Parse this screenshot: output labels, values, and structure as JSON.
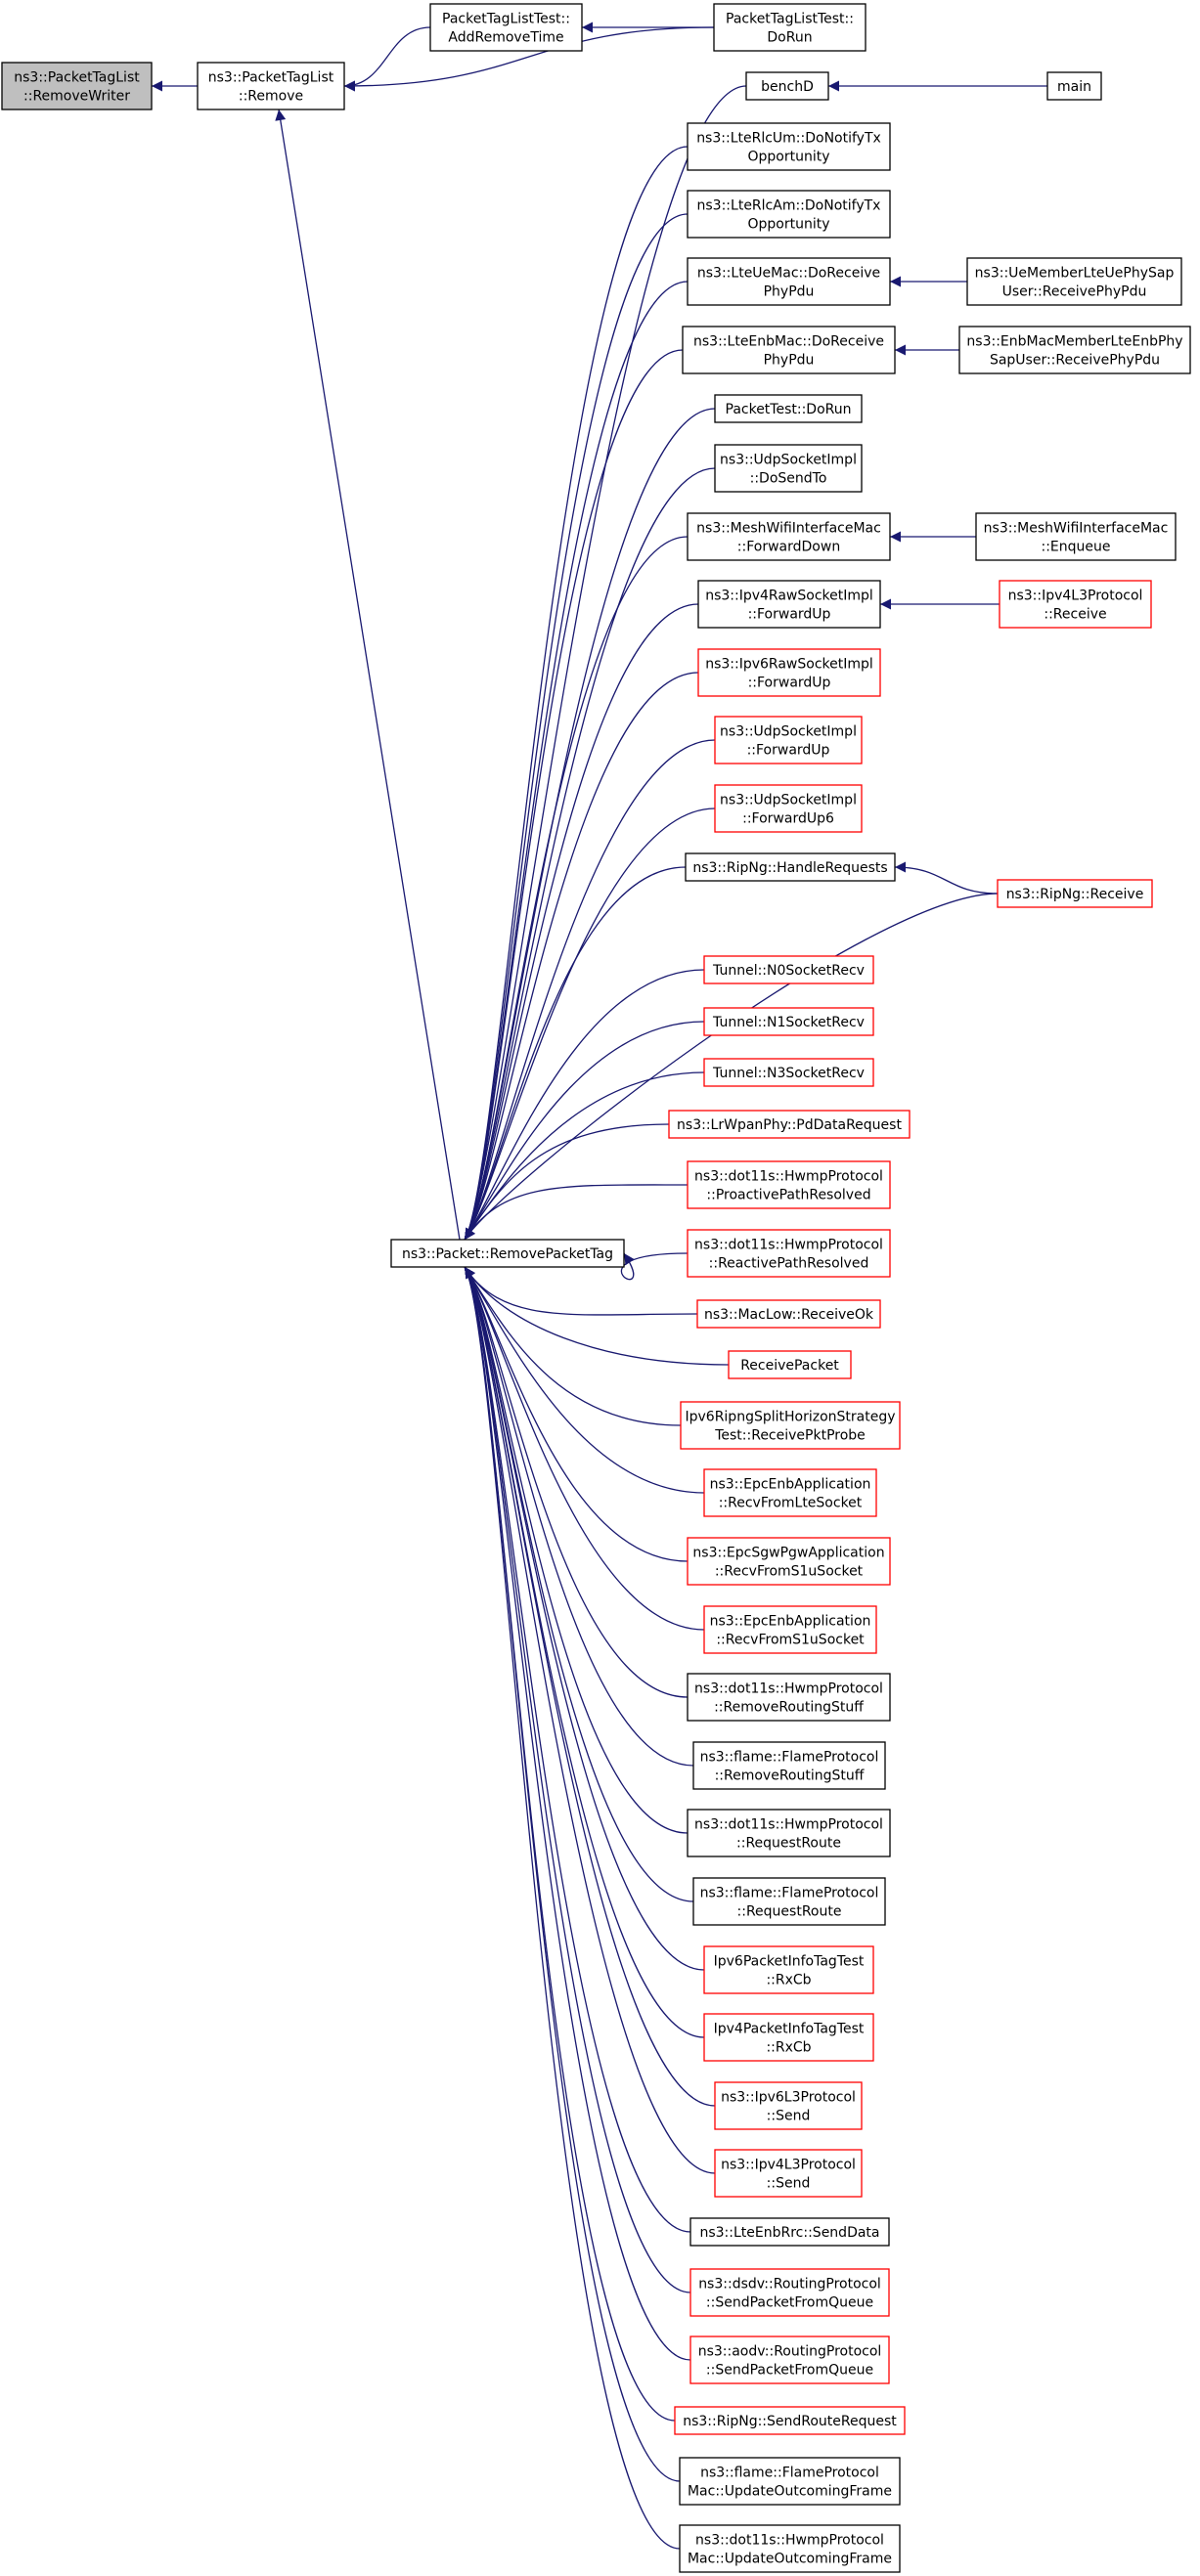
{
  "colors": {
    "edge": "#191970",
    "box_black": "#000000",
    "box_red": "#ff0000",
    "root_fill": "#bfbfbf",
    "fill": "#ffffff"
  },
  "nodes": [
    {
      "id": "remove_writer",
      "lines": [
        "ns3::PacketTagList",
        "::RemoveWriter"
      ],
      "style": "root"
    },
    {
      "id": "ptl_remove",
      "lines": [
        "ns3::PacketTagList",
        "::Remove"
      ],
      "style": "black"
    },
    {
      "id": "addremovetime",
      "lines": [
        "PacketTagListTest::",
        "AddRemoveTime"
      ],
      "style": "black"
    },
    {
      "id": "ptltest_dorun",
      "lines": [
        "PacketTagListTest::",
        "DoRun"
      ],
      "style": "black"
    },
    {
      "id": "benchd",
      "lines": [
        "benchD"
      ],
      "style": "black"
    },
    {
      "id": "main",
      "lines": [
        "main"
      ],
      "style": "black"
    },
    {
      "id": "rlcum",
      "lines": [
        "ns3::LteRlcUm::DoNotifyTx",
        "Opportunity"
      ],
      "style": "black"
    },
    {
      "id": "rlcam",
      "lines": [
        "ns3::LteRlcAm::DoNotifyTx",
        "Opportunity"
      ],
      "style": "black"
    },
    {
      "id": "uemac",
      "lines": [
        "ns3::LteUeMac::DoReceive",
        "PhyPdu"
      ],
      "style": "black"
    },
    {
      "id": "uemember",
      "lines": [
        "ns3::UeMemberLteUePhySap",
        "User::ReceivePhyPdu"
      ],
      "style": "black"
    },
    {
      "id": "enbmac",
      "lines": [
        "ns3::LteEnbMac::DoReceive",
        "PhyPdu"
      ],
      "style": "black"
    },
    {
      "id": "enbmember",
      "lines": [
        "ns3::EnbMacMemberLteEnbPhy",
        "SapUser::ReceivePhyPdu"
      ],
      "style": "black"
    },
    {
      "id": "packettest",
      "lines": [
        "PacketTest::DoRun"
      ],
      "style": "black"
    },
    {
      "id": "udpsendto",
      "lines": [
        "ns3::UdpSocketImpl",
        "::DoSendTo"
      ],
      "style": "black"
    },
    {
      "id": "meshfwd",
      "lines": [
        "ns3::MeshWifiInterfaceMac",
        "::ForwardDown"
      ],
      "style": "black"
    },
    {
      "id": "meshenq",
      "lines": [
        "ns3::MeshWifiInterfaceMac",
        "::Enqueue"
      ],
      "style": "black"
    },
    {
      "id": "ipv4raw",
      "lines": [
        "ns3::Ipv4RawSocketImpl",
        "::ForwardUp"
      ],
      "style": "black"
    },
    {
      "id": "ipv4l3recv",
      "lines": [
        "ns3::Ipv4L3Protocol",
        "::Receive"
      ],
      "style": "red"
    },
    {
      "id": "ipv6raw",
      "lines": [
        "ns3::Ipv6RawSocketImpl",
        "::ForwardUp"
      ],
      "style": "red"
    },
    {
      "id": "udpfwd",
      "lines": [
        "ns3::UdpSocketImpl",
        "::ForwardUp"
      ],
      "style": "red"
    },
    {
      "id": "udpfwd6",
      "lines": [
        "ns3::UdpSocketImpl",
        "::ForwardUp6"
      ],
      "style": "red"
    },
    {
      "id": "ripng_handle",
      "lines": [
        "ns3::RipNg::HandleRequests"
      ],
      "style": "black"
    },
    {
      "id": "ripng_recv",
      "lines": [
        "ns3::RipNg::Receive"
      ],
      "style": "red"
    },
    {
      "id": "n0",
      "lines": [
        "Tunnel::N0SocketRecv"
      ],
      "style": "red"
    },
    {
      "id": "n1",
      "lines": [
        "Tunnel::N1SocketRecv"
      ],
      "style": "red"
    },
    {
      "id": "n3",
      "lines": [
        "Tunnel::N3SocketRecv"
      ],
      "style": "red"
    },
    {
      "id": "lrwpan",
      "lines": [
        "ns3::LrWpanPhy::PdDataRequest"
      ],
      "style": "red"
    },
    {
      "id": "proactive",
      "lines": [
        "ns3::dot11s::HwmpProtocol",
        "::ProactivePathResolved"
      ],
      "style": "red"
    },
    {
      "id": "removepackettag",
      "lines": [
        "ns3::Packet::RemovePacketTag"
      ],
      "style": "black"
    },
    {
      "id": "reactive",
      "lines": [
        "ns3::dot11s::HwmpProtocol",
        "::ReactivePathResolved"
      ],
      "style": "red"
    },
    {
      "id": "maclow",
      "lines": [
        "ns3::MacLow::ReceiveOk"
      ],
      "style": "red"
    },
    {
      "id": "receivepacket",
      "lines": [
        "ReceivePacket"
      ],
      "style": "red"
    },
    {
      "id": "ripngsplit",
      "lines": [
        "Ipv6RipngSplitHorizonStrategy",
        "Test::ReceivePktProbe"
      ],
      "style": "red"
    },
    {
      "id": "epcenb_lte",
      "lines": [
        "ns3::EpcEnbApplication",
        "::RecvFromLteSocket"
      ],
      "style": "red"
    },
    {
      "id": "epcsgw",
      "lines": [
        "ns3::EpcSgwPgwApplication",
        "::RecvFromS1uSocket"
      ],
      "style": "red"
    },
    {
      "id": "epcenb_s1u",
      "lines": [
        "ns3::EpcEnbApplication",
        "::RecvFromS1uSocket"
      ],
      "style": "red"
    },
    {
      "id": "hwmp_rrs",
      "lines": [
        "ns3::dot11s::HwmpProtocol",
        "::RemoveRoutingStuff"
      ],
      "style": "black"
    },
    {
      "id": "flame_rrs",
      "lines": [
        "ns3::flame::FlameProtocol",
        "::RemoveRoutingStuff"
      ],
      "style": "black"
    },
    {
      "id": "hwmp_rr",
      "lines": [
        "ns3::dot11s::HwmpProtocol",
        "::RequestRoute"
      ],
      "style": "black"
    },
    {
      "id": "flame_rr",
      "lines": [
        "ns3::flame::FlameProtocol",
        "::RequestRoute"
      ],
      "style": "black"
    },
    {
      "id": "ipv6rxcb",
      "lines": [
        "Ipv6PacketInfoTagTest",
        "::RxCb"
      ],
      "style": "red"
    },
    {
      "id": "ipv4rxcb",
      "lines": [
        "Ipv4PacketInfoTagTest",
        "::RxCb"
      ],
      "style": "red"
    },
    {
      "id": "ipv6l3send",
      "lines": [
        "ns3::Ipv6L3Protocol",
        "::Send"
      ],
      "style": "red"
    },
    {
      "id": "ipv4l3send",
      "lines": [
        "ns3::Ipv4L3Protocol",
        "::Send"
      ],
      "style": "red"
    },
    {
      "id": "enbrrc",
      "lines": [
        "ns3::LteEnbRrc::SendData"
      ],
      "style": "black"
    },
    {
      "id": "dsdv",
      "lines": [
        "ns3::dsdv::RoutingProtocol",
        "::SendPacketFromQueue"
      ],
      "style": "red"
    },
    {
      "id": "aodv",
      "lines": [
        "ns3::aodv::RoutingProtocol",
        "::SendPacketFromQueue"
      ],
      "style": "red"
    },
    {
      "id": "ripngsend",
      "lines": [
        "ns3::RipNg::SendRouteRequest"
      ],
      "style": "red"
    },
    {
      "id": "flamemac",
      "lines": [
        "ns3::flame::FlameProtocol",
        "Mac::UpdateOutcomingFrame"
      ],
      "style": "black"
    },
    {
      "id": "hwmpmac",
      "lines": [
        "ns3::dot11s::HwmpProtocol",
        "Mac::UpdateOutcomingFrame"
      ],
      "style": "black"
    }
  ],
  "edges": [
    [
      "ptl_remove",
      "remove_writer"
    ],
    [
      "addremovetime",
      "ptl_remove"
    ],
    [
      "ptltest_dorun",
      "ptl_remove"
    ],
    [
      "ptltest_dorun",
      "addremovetime"
    ],
    [
      "removepackettag",
      "ptl_remove"
    ],
    [
      "main",
      "benchd"
    ],
    [
      "uemember",
      "uemac"
    ],
    [
      "enbmember",
      "enbmac"
    ],
    [
      "meshenq",
      "meshfwd"
    ],
    [
      "ipv4l3recv",
      "ipv4raw"
    ],
    [
      "ripng_recv",
      "ripng_handle"
    ],
    [
      "benchd",
      "removepackettag"
    ],
    [
      "rlcum",
      "removepackettag"
    ],
    [
      "rlcam",
      "removepackettag"
    ],
    [
      "uemac",
      "removepackettag"
    ],
    [
      "enbmac",
      "removepackettag"
    ],
    [
      "packettest",
      "removepackettag"
    ],
    [
      "udpsendto",
      "removepackettag"
    ],
    [
      "meshfwd",
      "removepackettag"
    ],
    [
      "ipv4raw",
      "removepackettag"
    ],
    [
      "ipv6raw",
      "removepackettag"
    ],
    [
      "udpfwd",
      "removepackettag"
    ],
    [
      "udpfwd6",
      "removepackettag"
    ],
    [
      "ripng_handle",
      "removepackettag"
    ],
    [
      "ripng_recv",
      "removepackettag"
    ],
    [
      "n0",
      "removepackettag"
    ],
    [
      "n1",
      "removepackettag"
    ],
    [
      "n3",
      "removepackettag"
    ],
    [
      "lrwpan",
      "removepackettag"
    ],
    [
      "proactive",
      "removepackettag"
    ],
    [
      "reactive",
      "removepackettag"
    ],
    [
      "maclow",
      "removepackettag"
    ],
    [
      "receivepacket",
      "removepackettag"
    ],
    [
      "ripngsplit",
      "removepackettag"
    ],
    [
      "epcenb_lte",
      "removepackettag"
    ],
    [
      "epcsgw",
      "removepackettag"
    ],
    [
      "epcenb_s1u",
      "removepackettag"
    ],
    [
      "hwmp_rrs",
      "removepackettag"
    ],
    [
      "flame_rrs",
      "removepackettag"
    ],
    [
      "hwmp_rr",
      "removepackettag"
    ],
    [
      "flame_rr",
      "removepackettag"
    ],
    [
      "ipv6rxcb",
      "removepackettag"
    ],
    [
      "ipv4rxcb",
      "removepackettag"
    ],
    [
      "ipv6l3send",
      "removepackettag"
    ],
    [
      "ipv4l3send",
      "removepackettag"
    ],
    [
      "enbrrc",
      "removepackettag"
    ],
    [
      "dsdv",
      "removepackettag"
    ],
    [
      "aodv",
      "removepackettag"
    ],
    [
      "ripngsend",
      "removepackettag"
    ],
    [
      "flamemac",
      "removepackettag"
    ],
    [
      "hwmpmac",
      "removepackettag"
    ]
  ]
}
